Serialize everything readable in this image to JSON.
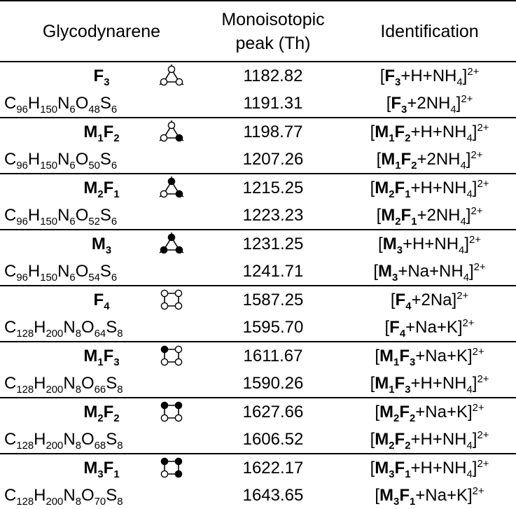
{
  "headers": {
    "col1": "Glycodynarene",
    "col2_line1": "Monoisotopic",
    "col2_line2": "peak (Th)",
    "col3": "Identification"
  },
  "rows": [
    {
      "name": "<b>F<sub>3</sub></b>",
      "formula": "C<sub>96</sub>H<sub>150</sub>N<sub>6</sub>O<sub>48</sub>S<sub>6</sub>",
      "icon": {
        "shape": "tri",
        "filled": [
          false,
          false,
          false
        ]
      },
      "peak1": "1182.82",
      "id1": "[<b>F<sub>3</sub></b>+H+NH<sub>4</sub>]<sup>2+</sup>",
      "peak2": "1191.31",
      "id2": "[<b>F<sub>3</sub></b>+2NH<sub>4</sub>]<sup>2+</sup>"
    },
    {
      "name": "<b>M<sub>1</sub>F<sub>2</sub></b>",
      "formula": "C<sub>96</sub>H<sub>150</sub>N<sub>6</sub>O<sub>50</sub>S<sub>6</sub>",
      "icon": {
        "shape": "tri",
        "filled": [
          false,
          true,
          false
        ]
      },
      "peak1": "1198.77",
      "id1": "[<b>M<sub>1</sub>F<sub>2</sub></b>+H+NH<sub>4</sub>]<sup>2+</sup>",
      "peak2": "1207.26",
      "id2": "[<b>M<sub>1</sub>F<sub>2</sub></b>+2NH<sub>4</sub>]<sup>2+</sup>"
    },
    {
      "name": "<b>M<sub>2</sub>F<sub>1</sub></b>",
      "formula": "C<sub>96</sub>H<sub>150</sub>N<sub>6</sub>O<sub>52</sub>S<sub>6</sub>",
      "icon": {
        "shape": "tri",
        "filled": [
          true,
          true,
          false
        ]
      },
      "peak1": "1215.25",
      "id1": "[<b>M<sub>2</sub>F<sub>1</sub></b>+H+NH<sub>4</sub>]<sup>2+</sup>",
      "peak2": "1223.23",
      "id2": "[<b>M<sub>2</sub>F<sub>1</sub></b>+2NH<sub>4</sub>]<sup>2+</sup>"
    },
    {
      "name": "<b>M<sub>3</sub></b>",
      "formula": "C<sub>96</sub>H<sub>150</sub>N<sub>6</sub>O<sub>54</sub>S<sub>6</sub>",
      "icon": {
        "shape": "tri",
        "filled": [
          true,
          true,
          true
        ]
      },
      "peak1": "1231.25",
      "id1": "[<b>M<sub>3</sub></b>+H+NH<sub>4</sub>]<sup>2+</sup>",
      "peak2": "1241.71",
      "id2": "[<b>M<sub>3</sub></b>+Na+NH<sub>4</sub>]<sup>2+</sup>"
    },
    {
      "name": "<b>F<sub>4</sub></b>",
      "formula": "C<sub>128</sub>H<sub>200</sub>N<sub>8</sub>O<sub>64</sub>S<sub>8</sub>",
      "icon": {
        "shape": "sq",
        "filled": [
          false,
          false,
          false,
          false
        ]
      },
      "peak1": "1587.25",
      "id1": "[<b>F<sub>4</sub></b>+2Na]<sup>2+</sup>",
      "peak2": "1595.70",
      "id2": "[<b>F<sub>4</sub></b>+Na+K]<sup>2+</sup>"
    },
    {
      "name": "<b>M<sub>1</sub>F<sub>3</sub></b>",
      "formula": "C<sub>128</sub>H<sub>200</sub>N<sub>8</sub>O<sub>66</sub>S<sub>8</sub>",
      "icon": {
        "shape": "sq",
        "filled": [
          true,
          false,
          false,
          false
        ]
      },
      "peak1": "1611.67",
      "id1": "[<b>M<sub>1</sub>F<sub>3</sub></b>+Na+K]<sup>2+</sup>",
      "peak2": "1590.26",
      "id2": "[<b>M<sub>1</sub>F<sub>3</sub></b>+H+NH<sub>4</sub>]<sup>2+</sup>"
    },
    {
      "name": "<b>M<sub>2</sub>F<sub>2</sub></b>",
      "formula": "C<sub>128</sub>H<sub>200</sub>N<sub>8</sub>O<sub>68</sub>S<sub>8</sub>",
      "icon": {
        "shape": "sq",
        "filled": [
          true,
          true,
          false,
          false
        ]
      },
      "peak1": "1627.66",
      "id1": "[<b>M<sub>2</sub>F<sub>2</sub></b>+Na+K]<sup>2+</sup>",
      "peak2": "1606.52",
      "id2": "[<b>M<sub>2</sub>F<sub>2</sub></b>+H+NH<sub>4</sub>]<sup>2+</sup>"
    },
    {
      "name": "<b>M<sub>3</sub>F<sub>1</sub></b>",
      "formula": "C<sub>128</sub>H<sub>200</sub>N<sub>8</sub>O<sub>70</sub>S<sub>8</sub>",
      "icon": {
        "shape": "sq",
        "filled": [
          true,
          true,
          true,
          false
        ]
      },
      "peak1": "1622.17",
      "id1": "[<b>M<sub>3</sub>F<sub>1</sub></b>+H+NH<sub>4</sub>]<sup>2+</sup>",
      "peak2": "1643.65",
      "id2": "[<b>M<sub>3</sub>F<sub>1</sub></b>+Na+K]<sup>2+</sup>"
    }
  ]
}
